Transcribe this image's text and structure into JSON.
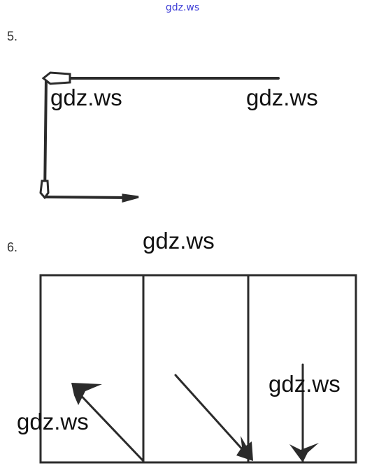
{
  "header": {
    "site_link": "gdz.ws"
  },
  "task5": {
    "number": "5."
  },
  "task6": {
    "number": "6."
  },
  "watermarks": [
    "gdz.ws",
    "gdz.ws",
    "gdz.ws",
    "gdz.ws",
    "gdz.ws"
  ],
  "colors": {
    "ink": "#2b2b2b",
    "link": "#3b3bd6"
  }
}
